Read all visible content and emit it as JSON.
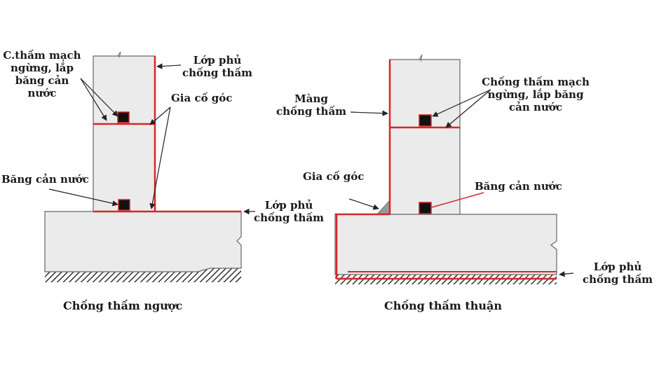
{
  "colors": {
    "concrete": "#e9e9e9",
    "outline": "#555555",
    "membrane": "#d6262b",
    "waterstop": "#111111",
    "hatch": "#333333",
    "background": "#ffffff"
  },
  "left_diagram": {
    "caption": "Chống thấm ngược",
    "labels": {
      "joint_sealing": "C.thấm mạch\nngừng, lắp\nbăng cản\nnước",
      "coating_top": "Lớp phủ\nchống thấm",
      "corner_reinforce": "Gia cố góc",
      "waterstop": "Băng cản nước",
      "coating_slab": "Lớp phủ\nchống thấm"
    }
  },
  "right_diagram": {
    "caption": "Chống thấm thuận",
    "labels": {
      "membrane": "Màng\nchống thấm",
      "joint_sealing": "Chống thấm mạch\nngừng, lắp băng\ncản nước",
      "corner_reinforce": "Gia cố góc",
      "waterstop": "Băng cản nước",
      "coating_bottom": "Lớp phủ\nchống thấm"
    }
  }
}
